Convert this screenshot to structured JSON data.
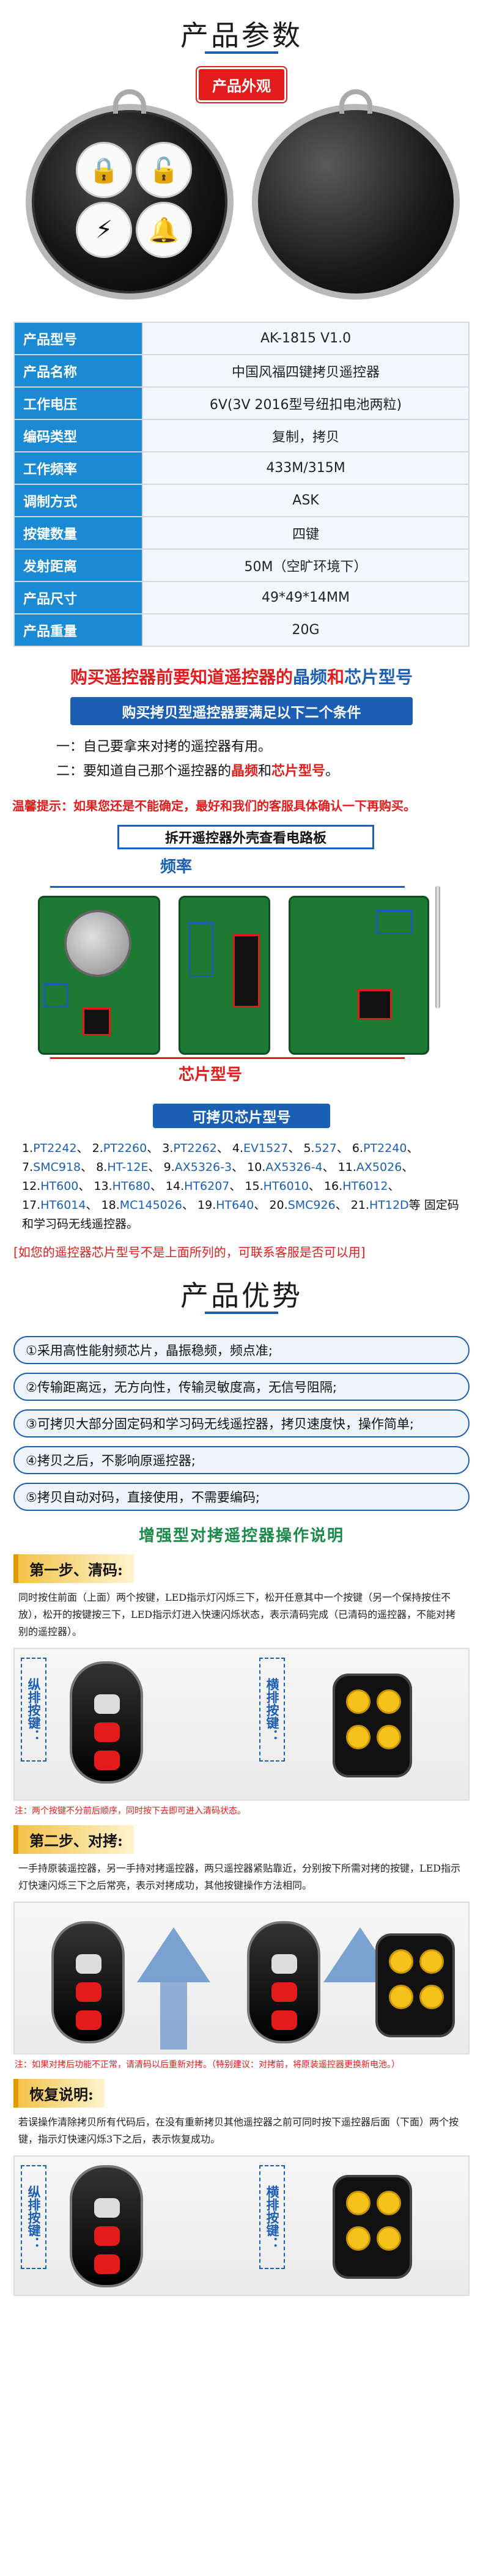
{
  "product_params": {
    "title": "产品参数",
    "appearance_badge": "产品外观",
    "spec_rows": [
      {
        "key": "产品型号",
        "value": "AK-1815 V1.0"
      },
      {
        "key": "产品名称",
        "value": "中国风福四键拷贝遥控器"
      },
      {
        "key": "工作电压",
        "value": "6V(3V 2016型号纽扣电池两粒)"
      },
      {
        "key": "编码类型",
        "value": "复制，拷贝"
      },
      {
        "key": "工作频率",
        "value": "433M/315M"
      },
      {
        "key": "调制方式",
        "value": "ASK"
      },
      {
        "key": "按键数量",
        "value": "四键"
      },
      {
        "key": "发射距离",
        "value": "50M（空旷环境下）"
      },
      {
        "key": "产品尺寸",
        "value": "49*49*14MM"
      },
      {
        "key": "产品重量",
        "value": "20G"
      }
    ]
  },
  "buy_tips": {
    "head_pre": "购买遥控器前要知道遥控器的",
    "head_freq": "晶频",
    "head_and": "和",
    "head_chip": "芯片型号",
    "bar": "购买拷贝型遥控器要满足以下二个条件",
    "cond1": "一：自己要拿来对拷的遥控器有用。",
    "cond2_pre": "二：要知道自己那个遥控器的",
    "cond2_freq": "晶频",
    "cond2_and": "和",
    "cond2_chip": "芯片型号",
    "cond2_end": "。",
    "warm": "温馨提示：如果您还是不能确定，最好和我们的客服具体确认一下再购买。"
  },
  "pcb": {
    "bar": "拆开遥控器外壳查看电路板",
    "freq_label": "频率",
    "chip_label": "芯片型号"
  },
  "chips": {
    "head": "可拷贝芯片型号",
    "list": [
      {
        "n": "1.",
        "m": "PT2242",
        "s": "、"
      },
      {
        "n": "2.",
        "m": "PT2260",
        "s": "、"
      },
      {
        "n": "3.",
        "m": "PT2262",
        "s": "、"
      },
      {
        "n": "4.",
        "m": "EV1527",
        "s": "、"
      },
      {
        "n": "5.",
        "m": "527",
        "s": "、"
      },
      {
        "n": "6.",
        "m": "PT2240",
        "s": "、"
      },
      {
        "n": "7.",
        "m": "SMC918",
        "s": "、"
      },
      {
        "n": "8.",
        "m": "HT-12E",
        "s": "、"
      },
      {
        "n": "9.",
        "m": "AX5326-3",
        "s": "、"
      },
      {
        "n": "10.",
        "m": "AX5326-4",
        "s": "、"
      },
      {
        "n": "11.",
        "m": "AX5026",
        "s": "、"
      },
      {
        "n": "12.",
        "m": "HT600",
        "s": "、"
      },
      {
        "n": "13.",
        "m": "HT680",
        "s": "、"
      },
      {
        "n": "14.",
        "m": "HT6207",
        "s": "、"
      },
      {
        "n": "15.",
        "m": "HT6010",
        "s": "、"
      },
      {
        "n": "16.",
        "m": "HT6012",
        "s": "、"
      },
      {
        "n": "17.",
        "m": "HT6014",
        "s": "、"
      },
      {
        "n": "18.",
        "m": "MC145026",
        "s": "、"
      },
      {
        "n": "19.",
        "m": "HT640",
        "s": "、"
      },
      {
        "n": "20.",
        "m": "SMC926",
        "s": "、"
      },
      {
        "n": "21.",
        "m": "HT12D",
        "s": "等"
      }
    ],
    "tail": "固定码和学习码无线遥控器。",
    "note": "[如您的遥控器芯片型号不是上面所列的，可联系客服是否可以用]"
  },
  "advantages": {
    "title": "产品优势",
    "items": [
      "①采用高性能射频芯片，晶振稳频，频点准;",
      "②传输距离远，无方向性，传输灵敏度高，无信号阻隔;",
      "③可拷贝大部分固定码和学习码无线遥控器，拷贝速度快，操作简单;",
      "④拷贝之后，不影响原遥控器;",
      "⑤拷贝自动对码，直接使用，不需要编码;"
    ]
  },
  "guide": {
    "title": "增强型对拷遥控器操作说明",
    "step1": {
      "tag": "第一步、清码:",
      "desc": "同时按住前面（上面）两个按键，LED指示灯闪烁三下，松开任意其中一个按键（另一个保持按住不放），松开的按键按三下，LED指示灯进入快速闪烁状态，表示清码完成（已清码的遥控器，不能对拷别的遥控器）。",
      "left_label": "纵排按键：",
      "right_label": "横排按键：",
      "note": "注：两个按键不分前后顺序，同时按下去即可进入清码状态。"
    },
    "step2": {
      "tag": "第二步、对拷:",
      "desc": "一手持原装遥控器，另一手持对拷遥控器，两只遥控器紧贴靠近，分别按下所需对拷的按键，LED指示灯快速闪烁三下之后常亮，表示对拷成功，其他按键操作方法相同。",
      "note": "注：如果对拷后功能不正常，请清码以后重新对拷。（特别建议：对拷前，将原装遥控器更换新电池。）"
    },
    "step3": {
      "tag": "恢复说明:",
      "desc": "若误操作清除拷贝所有代码后，在没有重新拷贝其他遥控器之前可同时按下遥控器后面（下面）两个按键，指示灯快速闪烁3下之后，表示恢复成功。",
      "left_label": "纵排按键：",
      "right_label": "横排按键："
    }
  },
  "colors": {
    "accent_blue": "#1a5fb4",
    "accent_red": "#e31b1b",
    "table_key": "#1b8ad4"
  }
}
